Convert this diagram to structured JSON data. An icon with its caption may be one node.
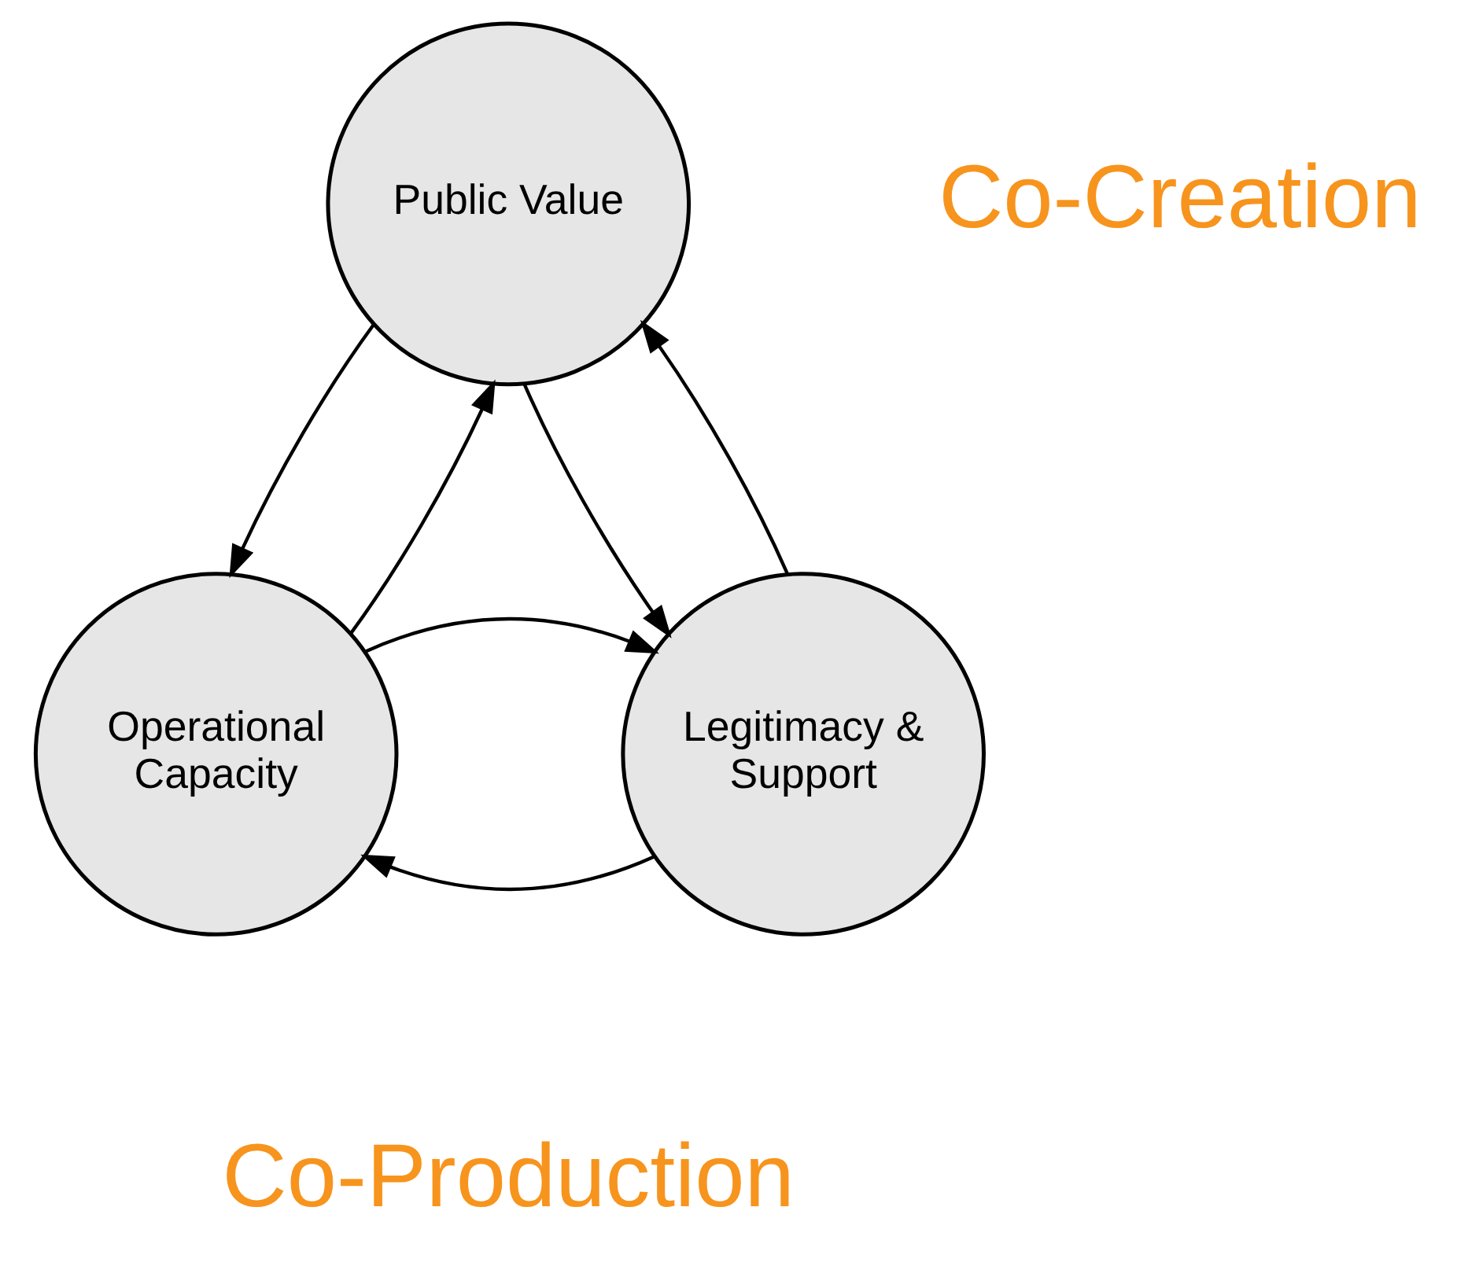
{
  "diagram": {
    "nodes": [
      {
        "text": [
          "Public Value"
        ]
      },
      {
        "text": [
          "Operational Capacity"
        ]
      },
      {
        "text": [
          "Legitimacy & Support"
        ]
      }
    ],
    "edges": [
      {
        "from": 0,
        "to": 1,
        "arrow": "to"
      },
      {
        "from": 1,
        "to": 0,
        "arrow": "to"
      },
      {
        "from": 0,
        "to": 2,
        "arrow": "to"
      },
      {
        "from": 2,
        "to": 0,
        "arrow": "to"
      },
      {
        "from": 2,
        "to": 1,
        "arrow": "to"
      },
      {
        "from": 1,
        "to": 2,
        "arrow": "to"
      }
    ],
    "labels": [
      "Co-Creation",
      "Co-Production"
    ]
  }
}
